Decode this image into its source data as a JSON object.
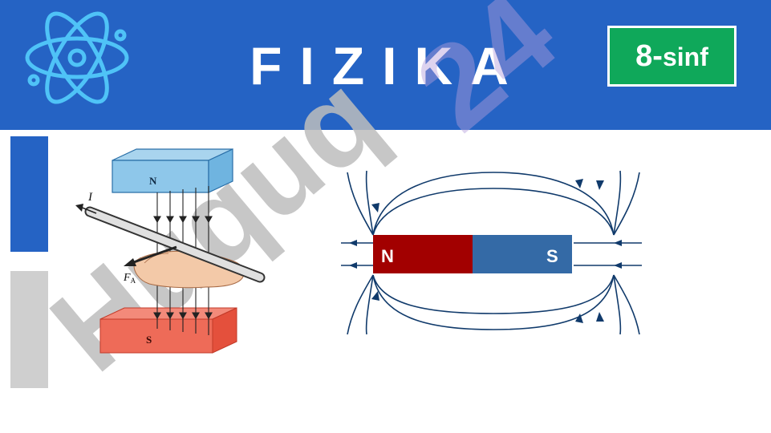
{
  "header": {
    "title": "FIZIKA",
    "grade_number": "8-",
    "grade_word": "sinf",
    "background_color": "#2563c4",
    "badge_color": "#0fa85a",
    "logo_icon": "atom-icon"
  },
  "left_figure": {
    "north_label": "N",
    "south_label": "S",
    "current_label": "I",
    "force_label": "F",
    "force_subscript": "A"
  },
  "right_figure": {
    "north_label": "N",
    "south_label": "S",
    "north_color": "#a20000",
    "south_color": "#346aa6",
    "field_line_color": "#103a6b"
  },
  "watermark": {
    "text_grey": "Huquq",
    "text_purple": "24"
  }
}
